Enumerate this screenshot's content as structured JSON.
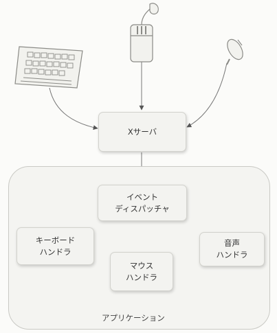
{
  "nodes": {
    "x_server": "Xサーバ",
    "dispatcher_line1": "イベント",
    "dispatcher_line2": "ディスパッチャ",
    "keyboard_handler_line1": "キーボード",
    "keyboard_handler_line2": "ハンドラ",
    "mouse_handler_line1": "マウス",
    "mouse_handler_line2": "ハンドラ",
    "audio_handler_line1": "音声",
    "audio_handler_line2": "ハンドラ"
  },
  "container_label": "アプリケーション",
  "input_devices": [
    "keyboard-icon",
    "mouse-icon",
    "microphone-icon"
  ],
  "colors": {
    "background": "#fbfbf9",
    "node_fill": "#f3f3f0",
    "line": "#666666"
  }
}
